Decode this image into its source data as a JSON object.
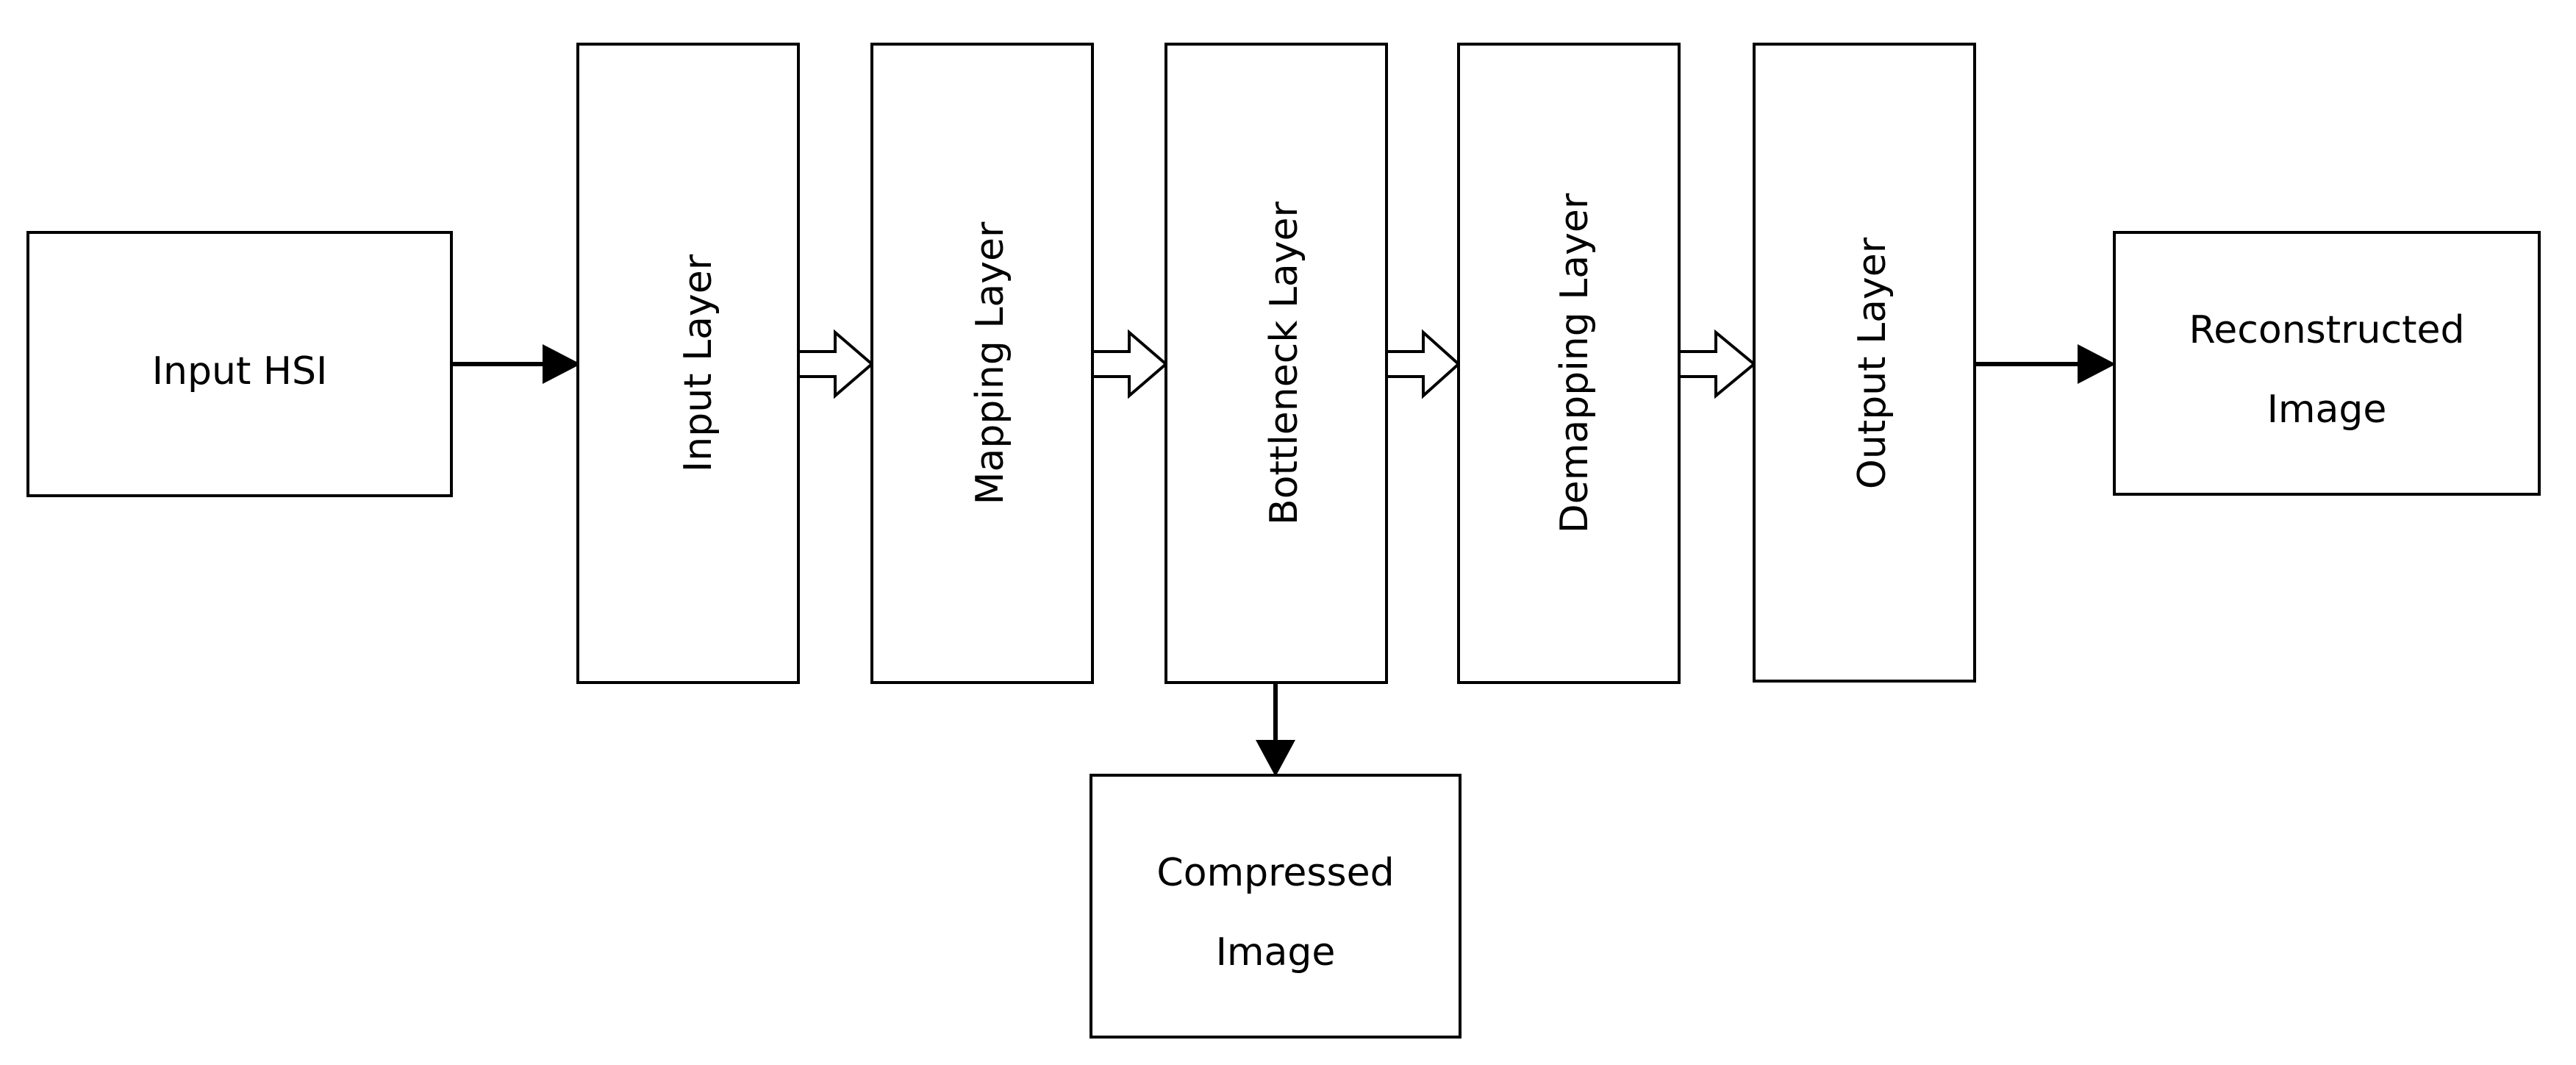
{
  "diagram": {
    "input": {
      "label": "Input HSI"
    },
    "layers": [
      {
        "label": "Input Layer"
      },
      {
        "label": "Mapping Layer"
      },
      {
        "label": "Bottleneck Layer"
      },
      {
        "label": "Demapping Layer"
      },
      {
        "label": "Output Layer"
      }
    ],
    "output": {
      "line1": "Reconstructed",
      "line2": "Image"
    },
    "compressed": {
      "line1": "Compressed",
      "line2": "Image"
    }
  },
  "colors": {
    "stroke": "#000000",
    "fill": "#ffffff"
  }
}
